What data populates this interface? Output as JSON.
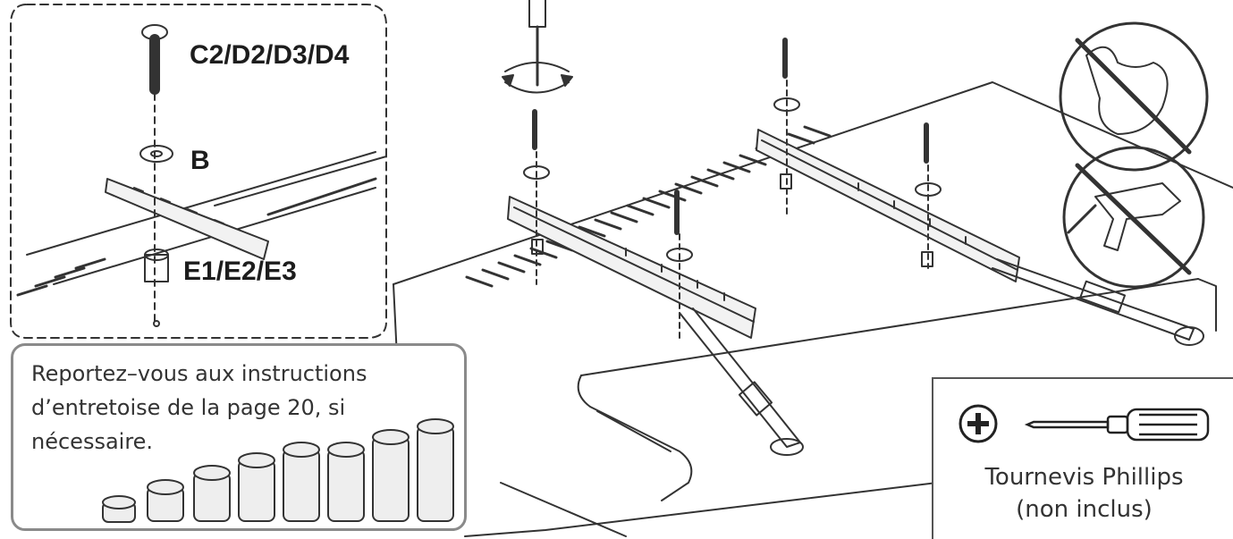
{
  "detail_labels": {
    "screw": "C2/D2/D3/D4",
    "washer": "B",
    "spacer": "E1/E2/E3"
  },
  "callout": {
    "line1": "Reportez–vous aux instructions",
    "line2": "d’entretoise de la page 20, si",
    "line3": "nécessaire."
  },
  "tool": {
    "line1": "Tournevis Phillips",
    "line2": "(non inclus)"
  },
  "icons": {
    "no_excess_force": "flexed-arm-prohibited-icon",
    "no_power_drill": "power-drill-prohibited-icon",
    "phillips_head": "phillips-head-icon",
    "screwdriver": "screwdriver-icon",
    "rotation": "rotate-arrows-icon"
  }
}
